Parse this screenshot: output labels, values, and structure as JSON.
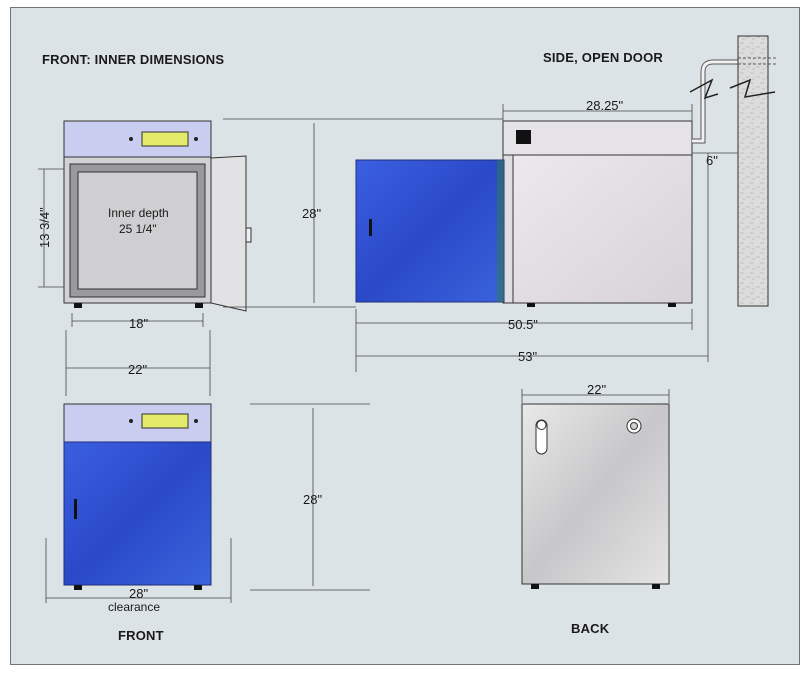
{
  "labels": {
    "front_inner_title": "FRONT: INNER DIMENSIONS",
    "side_title": "SIDE, OPEN DOOR",
    "front_title": "FRONT",
    "back_title": "BACK",
    "inner_depth_label": "Inner depth",
    "inner_depth_value": "25 1/4\""
  },
  "dimensions": {
    "inner_height": "13 3/4\"",
    "inner_width": "18\"",
    "outer_width_top": "22\"",
    "height_side": "28\"",
    "depth_top": "28.25\"",
    "wall_gap": "6\"",
    "depth_open": "50.5\"",
    "depth_total": "53\"",
    "back_width": "22\"",
    "front_height": "28\"",
    "front_clearance": "28\"",
    "front_clearance_word": "clearance"
  },
  "colors": {
    "panel_bg": "#dce3e6",
    "control_band": "#c9cdf0",
    "display": "#e4ea6a",
    "door_blue": "#2f55d6",
    "body_grey": "#d9d8dc",
    "wall_texture": "#d8d8d8"
  }
}
